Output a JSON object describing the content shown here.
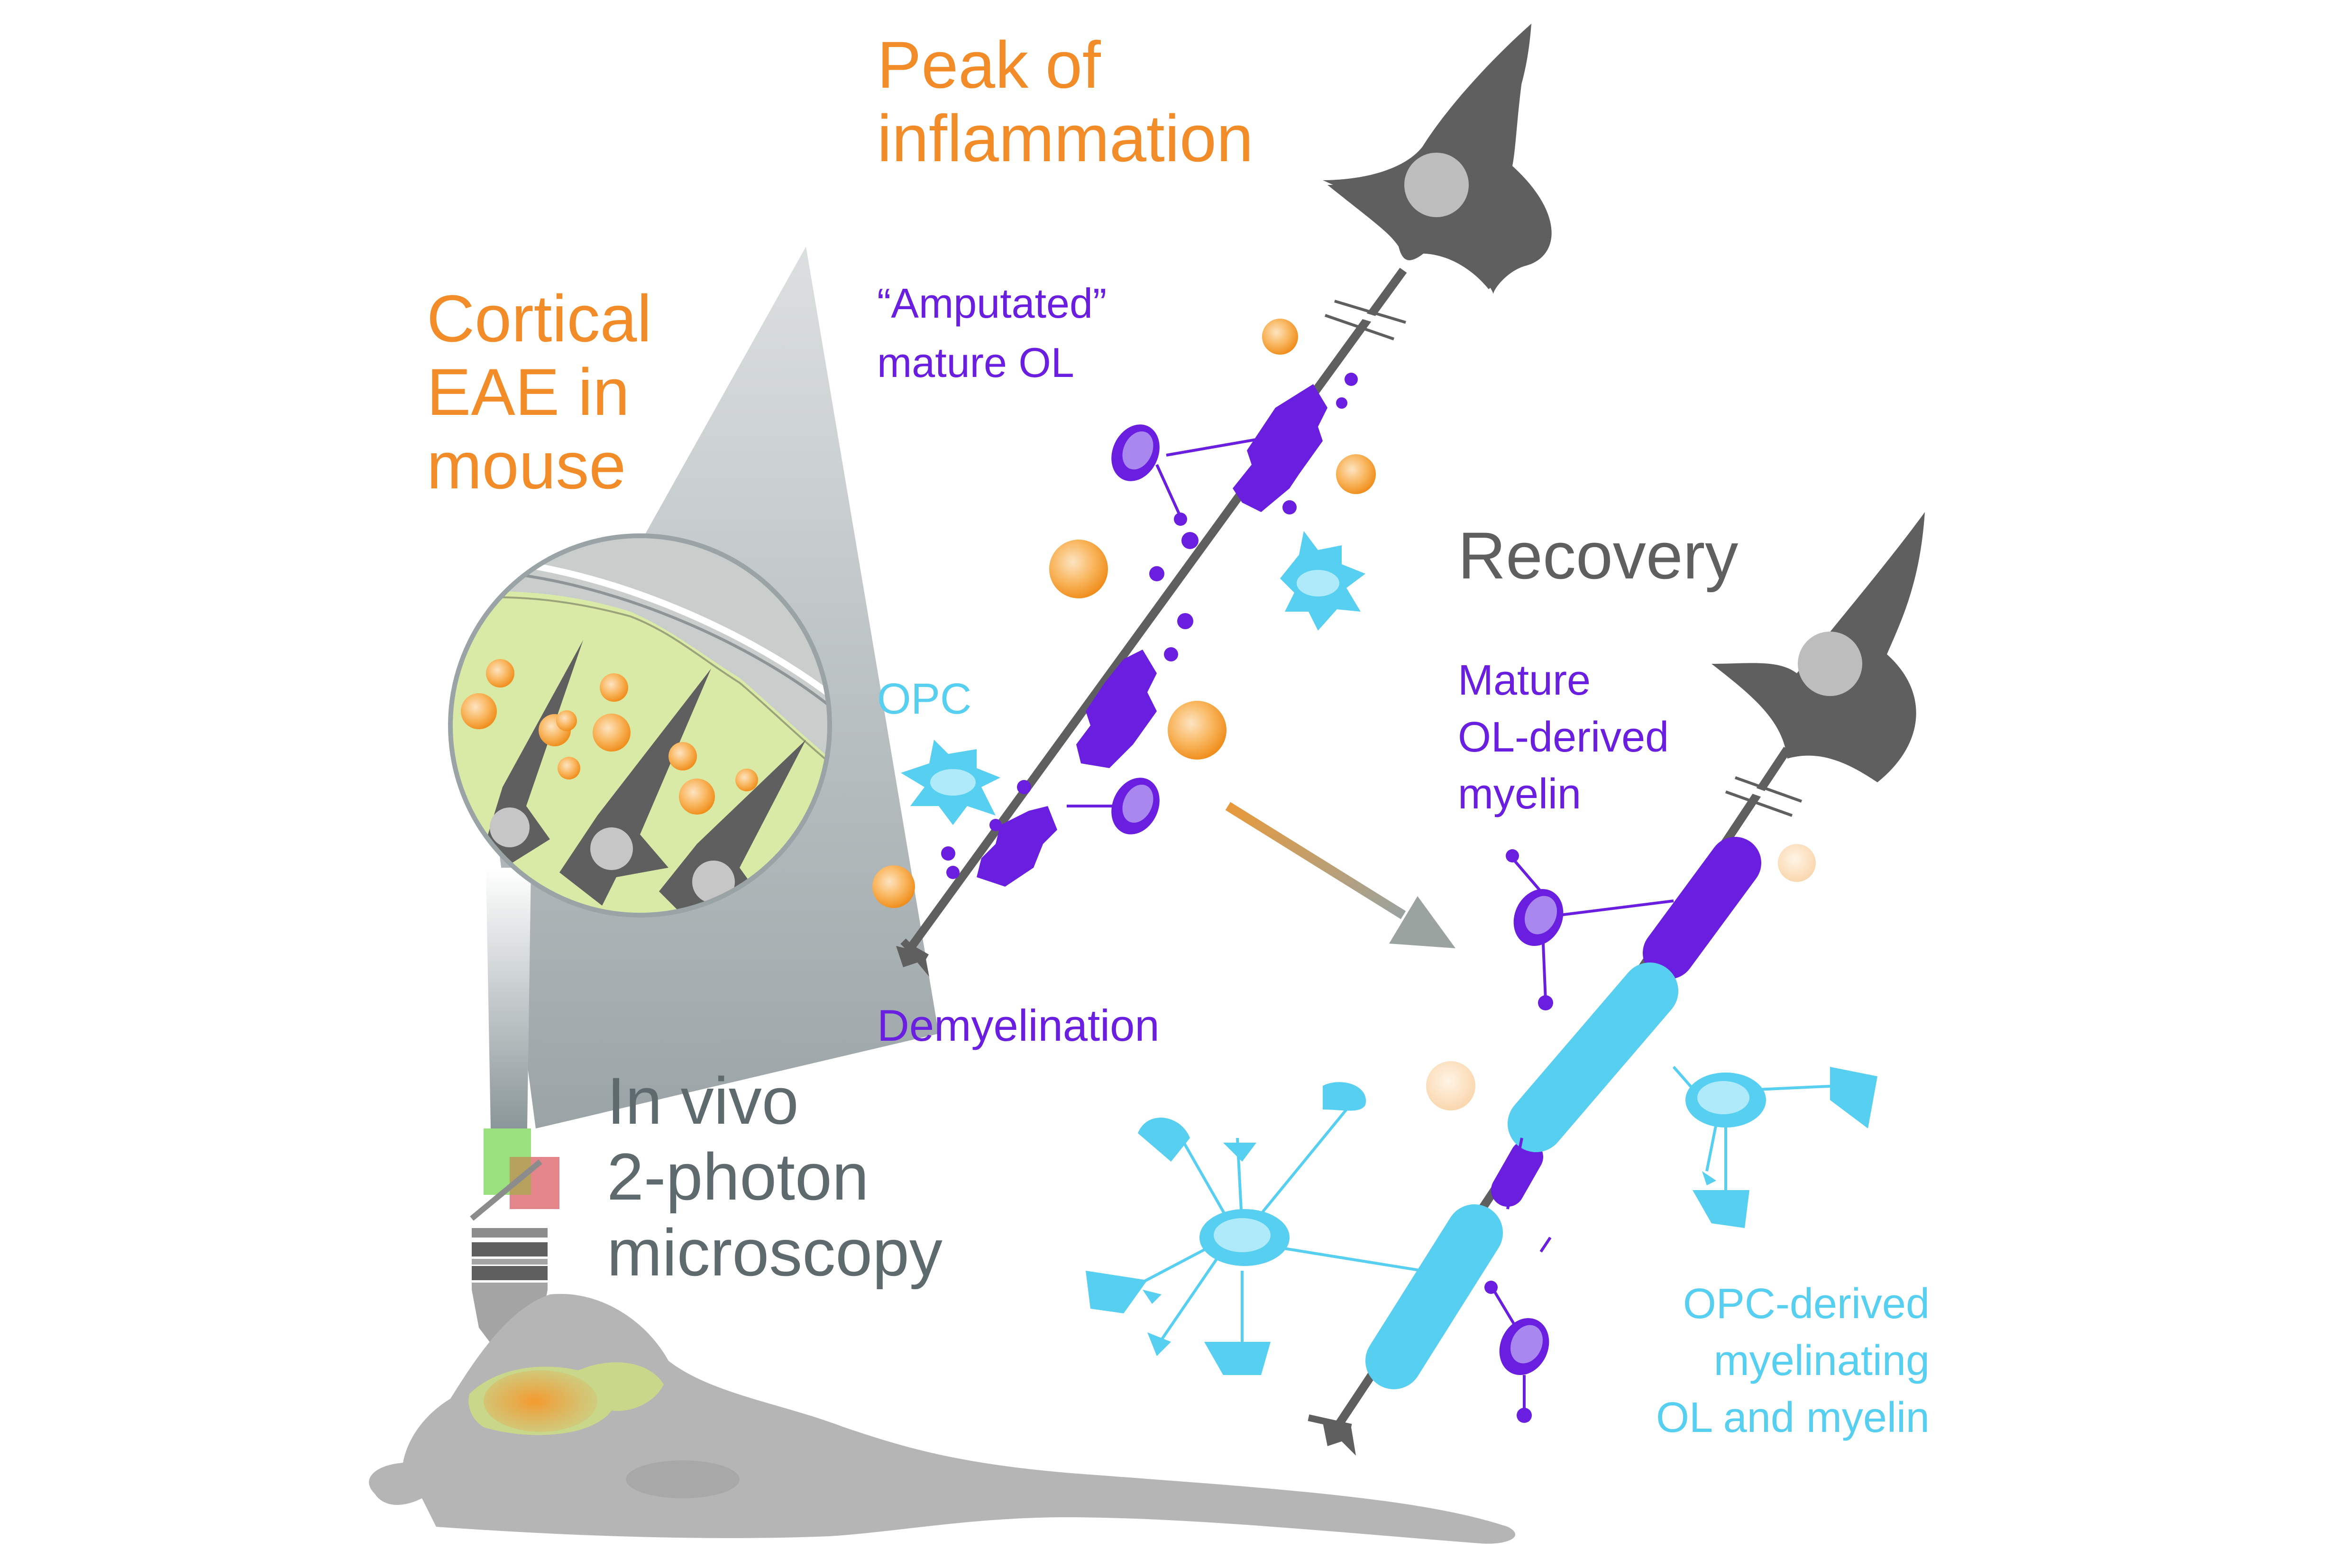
{
  "labels": {
    "peak_line1": "Peak",
    "peak_line2": "of",
    "peak_line3": "inflammation",
    "cortical_line1": "Cortical",
    "cortical_line2": "EAE in",
    "cortical_line3": "mouse",
    "amputated_line1": "“Amputated”",
    "amputated_line2": "mature OL",
    "opc": "OPC",
    "demyelination": "Demyelination",
    "recovery": "Recovery",
    "mature_line1": "Mature",
    "mature_line2": "OL-derived",
    "mature_line3": "myelin",
    "invivo_line1": "In vivo",
    "invivo_line2": "2-photon",
    "invivo_line3": "microscopy",
    "opcderived_line1": "OPC-derived",
    "opcderived_line2": "myelinating",
    "opcderived_line3": "OL and myelin"
  },
  "colors": {
    "orange_text": "#f28c28",
    "purple": "#6a1fe0",
    "cyan": "#56cff0",
    "neuron_gray": "#5f5f5f",
    "mouse_gray": "#b5b5b5",
    "text_gray": "#5e6a6e",
    "cortex_green": "#d9eaa6",
    "orange_cell": "#f7a23a"
  },
  "icons": {
    "neuron_top": "pyramidal-neuron-icon",
    "neuron_recovery": "pyramidal-neuron-icon",
    "mouse": "mouse-icon",
    "microscope": "objective-lens-icon"
  }
}
